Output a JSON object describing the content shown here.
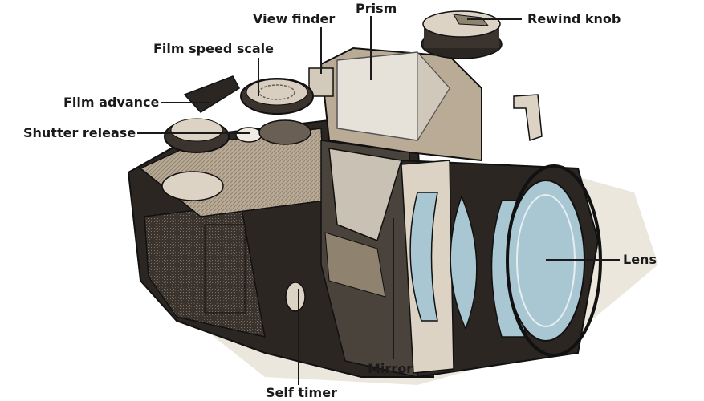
{
  "labels": {
    "view_finder": "View finder",
    "prism": "Prism",
    "rewind_knob": "Rewind knob",
    "film_speed_scale": "Film speed scale",
    "film_advance": "Film advance",
    "shutter_release": "Shutter release",
    "lens": "Lens",
    "mirror": "Mirror",
    "self_timer": "Self timer"
  },
  "colors": {
    "body_dark": "#2b2622",
    "leatherette": "#4a433c",
    "metal_tan": "#b9ab96",
    "metal_light": "#dcd3c4",
    "prism_light": "#e6e2da",
    "glass_blue": "#a9c7d2",
    "shadow": "#ece7dc",
    "leader": "#1a1a1a"
  }
}
